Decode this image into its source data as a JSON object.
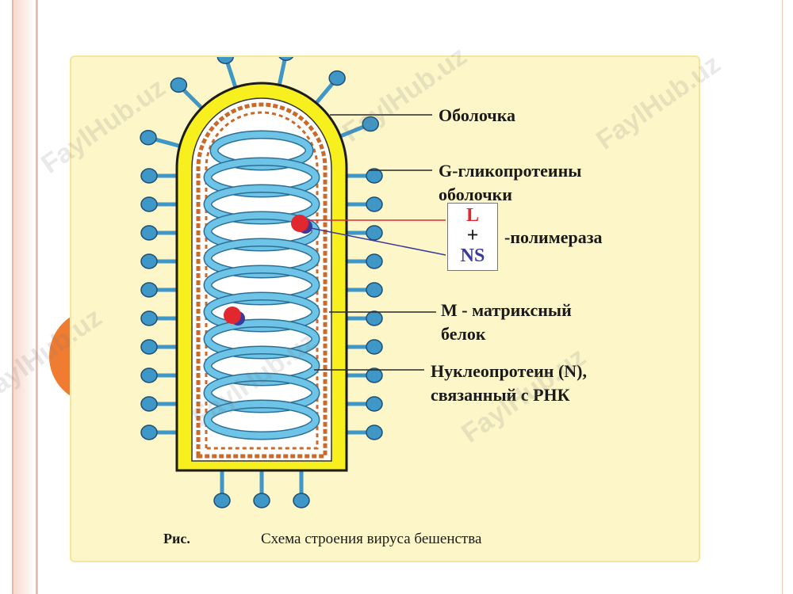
{
  "labels": {
    "envelope": "Оболочка",
    "glycoproteins": "G-гликопротеины\nоболочки",
    "polymerase": "-полимераза",
    "matrix": "М - матриксный\nбелок",
    "nucleoprotein": "Нуклеопротеин (N),\nсвязанный с РНК"
  },
  "polymerase_box": {
    "l": "L",
    "plus": "+",
    "ns": "NS"
  },
  "caption": {
    "prefix": "Рис.",
    "text": "Схема строения вируса бешенства"
  },
  "watermark": "FaylHub.uz",
  "colors": {
    "card": "#fdf6c9",
    "envelope": "#f7ef1e",
    "spike": "#3f97c8",
    "helix": "#6ec4e6",
    "matrix_chain": "#c9692a",
    "polymerase_l": "#e0282e",
    "polymerase_ns": "#3b3a9a",
    "accent_circle": "#f07c31"
  }
}
